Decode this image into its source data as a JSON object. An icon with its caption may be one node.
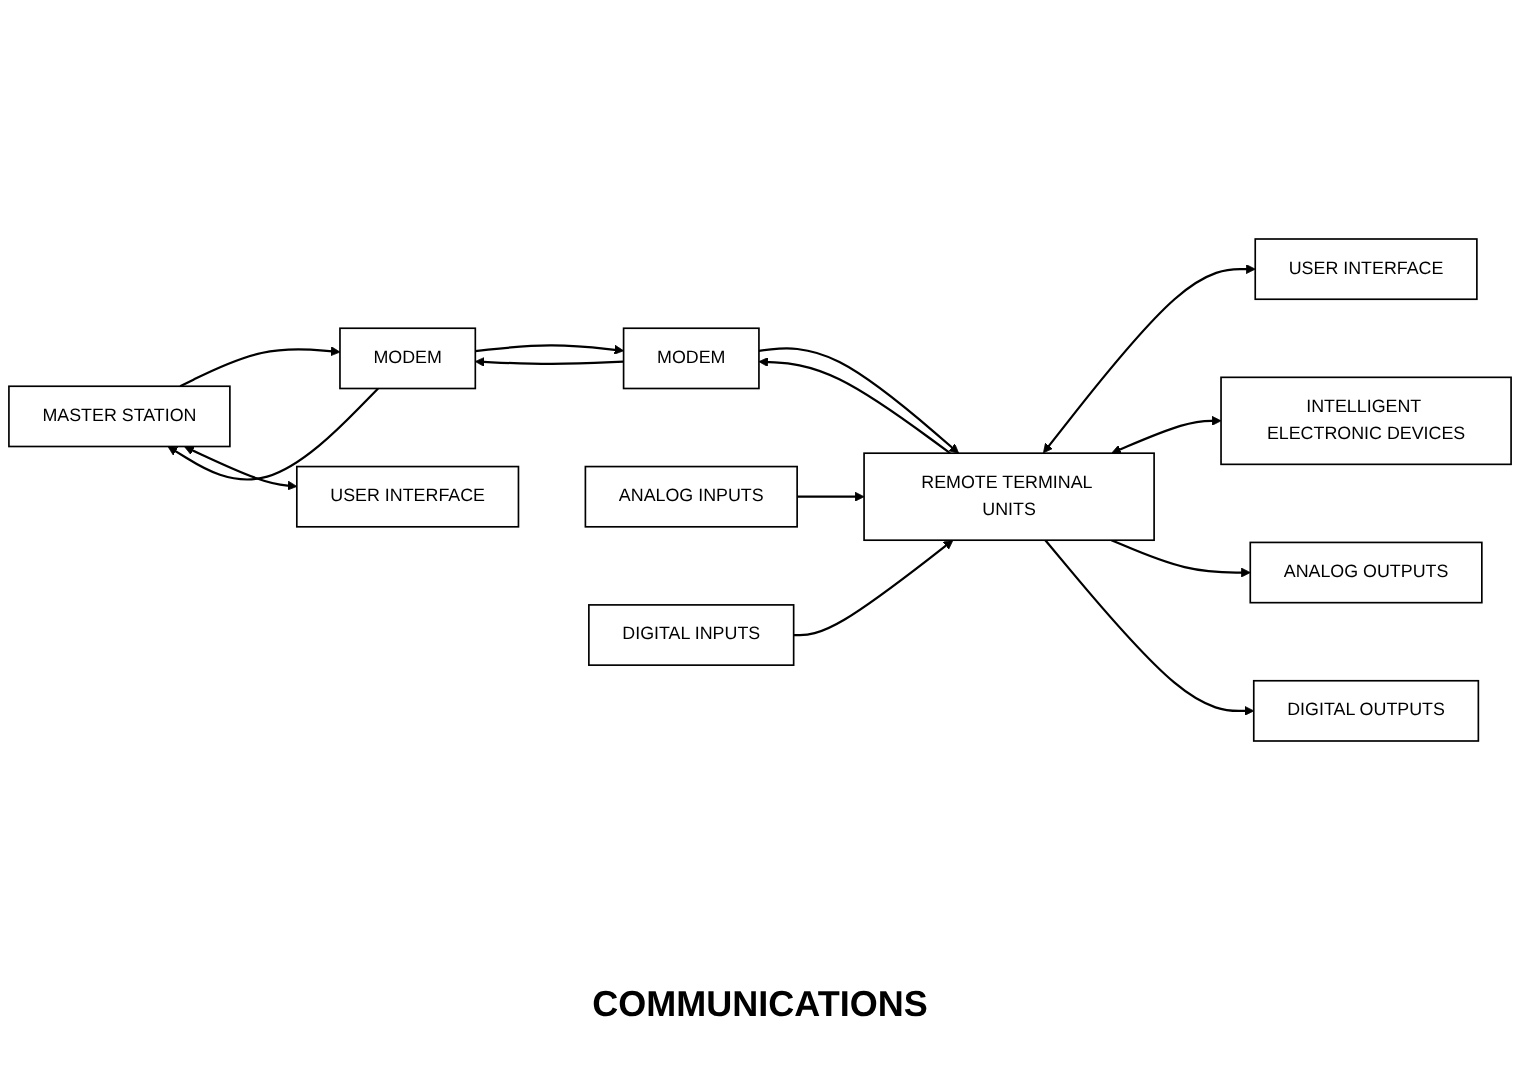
{
  "diagram": {
    "nodes": [
      {
        "text": [
          "MASTER STATION"
        ]
      },
      {
        "text": [
          "MODEM"
        ]
      },
      {
        "text": [
          "MODEM"
        ]
      },
      {
        "text": [
          "REMOTE TERMINAL UNITS"
        ]
      },
      {
        "text": [
          "ANALOG INPUTS"
        ]
      },
      {
        "text": [
          "DIGITAL INPUTS"
        ]
      },
      {
        "text": [
          "USER INTERFACE"
        ]
      },
      {
        "text": [
          "INTELLIGENT ELECTRONIC DEVICES"
        ]
      },
      {
        "text": [
          "ANALOG OUTPUTS"
        ]
      },
      {
        "text": [
          "DIGITAL OUTPUTS"
        ]
      },
      {
        "text": [
          "USER INTERFACE"
        ]
      }
    ],
    "edges": [
      {
        "from": 0,
        "to": 1,
        "arrow": "to"
      },
      {
        "from": 1,
        "to": 2,
        "arrow": "to"
      },
      {
        "from": 2,
        "to": 3,
        "arrow": "to"
      },
      {
        "from": 3,
        "to": 2,
        "arrow": "to"
      },
      {
        "from": 2,
        "to": 1,
        "arrow": "to"
      },
      {
        "from": 1,
        "to": 0,
        "arrow": "to"
      },
      {
        "from": 4,
        "to": 3,
        "arrow": "to"
      },
      {
        "from": 5,
        "to": 3,
        "arrow": "to"
      },
      {
        "from": 3,
        "to": 6,
        "arrow": "both"
      },
      {
        "from": 3,
        "to": 7,
        "arrow": "both"
      },
      {
        "from": 3,
        "to": 8,
        "arrow": "to"
      },
      {
        "from": 3,
        "to": 9,
        "arrow": "to"
      },
      {
        "from": 0,
        "to": 10,
        "arrow": "both"
      }
    ],
    "labels": [
      "COMMUNICATIONS"
    ]
  }
}
